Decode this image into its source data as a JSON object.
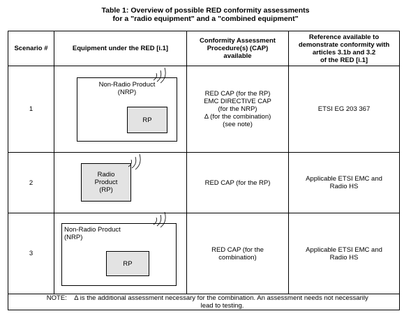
{
  "caption": {
    "line1": "Table 1: Overview of possible RED conformity assessments",
    "line2": "for a \"radio equipment\" and a \"combined equipment\""
  },
  "headers": {
    "scenario": "Scenario #",
    "equipment": "Equipment under the RED [i.1]",
    "cap": [
      "Conformity Assessment",
      "Procedure(s) (CAP)",
      "available"
    ],
    "reference": [
      "Reference available to",
      "demonstrate conformity with",
      "articles 3.1b and 3.2",
      "of the RED [i.1]"
    ]
  },
  "rows": [
    {
      "scenario": "1",
      "nrp_label": [
        "Non-Radio Product",
        "(NRP)"
      ],
      "rp_label": "RP",
      "cap": [
        "RED CAP (for the RP)",
        "EMC DIRECTIVE CAP",
        "(for the NRP)",
        "Δ (for the combination)",
        "(see note)"
      ],
      "reference": [
        "ETSI EG 203 367"
      ]
    },
    {
      "scenario": "2",
      "rp_label": [
        "Radio",
        "Product",
        "(RP)"
      ],
      "cap": [
        "RED CAP (for the RP)"
      ],
      "reference": [
        "Applicable ETSI EMC and",
        "Radio HS"
      ]
    },
    {
      "scenario": "3",
      "nrp_label": [
        "Non-Radio Product",
        "(NRP)"
      ],
      "rp_label": "RP",
      "cap": [
        "RED CAP (for the",
        "combination)"
      ],
      "reference": [
        "Applicable ETSI EMC and",
        "Radio HS"
      ]
    }
  ],
  "note": {
    "label": "NOTE:",
    "line1": "Δ is the additional assessment necessary for the combination. An assessment needs not necessarily",
    "line2": "lead to testing."
  }
}
